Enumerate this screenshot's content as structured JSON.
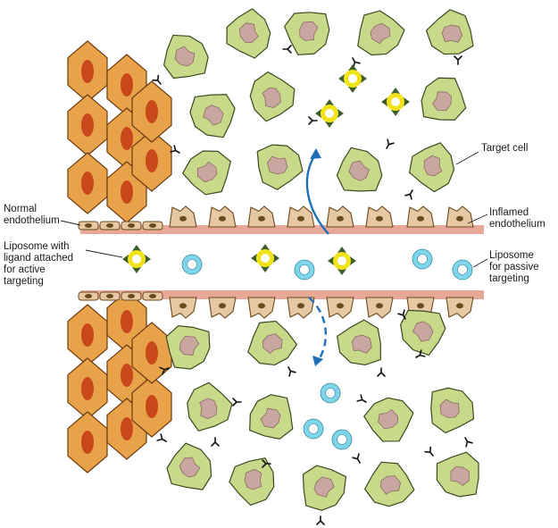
{
  "labels": {
    "target_cell": "Target cell",
    "normal_endothelium": [
      "Normal",
      "endothelium"
    ],
    "inflamed_endothelium": [
      "Inflamed",
      "endothelium"
    ],
    "active_liposome": [
      "Liposome with",
      "ligand attached",
      "for active",
      "targeting"
    ],
    "passive_liposome": [
      "Liposome",
      "for passive",
      "targeting"
    ]
  },
  "colors": {
    "target_cell_fill": "#c9d98a",
    "target_cell_stroke": "#3a4a20",
    "nucleus_fill": "#c9a7a0",
    "normal_cell_fill": "#e8a24a",
    "normal_nucleus_fill": "#c8481c",
    "endothelial_fill": "#e6c9a4",
    "endothelial_nucleus": "#6b4a1e",
    "membrane": "#e8a898",
    "active_liposome_ring": "#f2e21a",
    "ligand": "#3f5f2a",
    "passive_liposome_ring": "#7fd6ea",
    "arrow": "#1e6fb8"
  },
  "icons": {
    "receptor": "receptor-y-icon",
    "active_liposome": "ligand-liposome-icon",
    "passive_liposome": "passive-liposome-icon",
    "arrow": "curved-arrow-icon"
  }
}
